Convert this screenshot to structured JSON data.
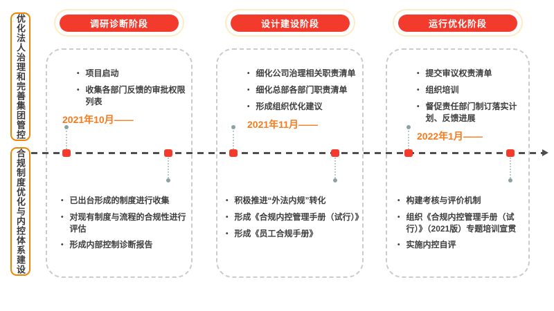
{
  "sidebar": {
    "groups": [
      {
        "label": "优化法人治理和完善集团管控"
      },
      {
        "label": "合规制度优化与内控体系建设"
      }
    ]
  },
  "phases": [
    {
      "title": "调研诊断阶段",
      "date": "2021年10月——",
      "top_items": [
        "项目启动",
        "收集各部门反馈的审批权限列表"
      ],
      "bottom_items": [
        "已出台形成的制度进行收集",
        "对现有制度与流程的合规性进行评估",
        "形成内部控制诊断报告"
      ]
    },
    {
      "title": "设计建设阶段",
      "date": "2021年11月——",
      "top_items": [
        "细化公司治理相关职责清单",
        "细化总部各部门职责清单",
        "形成组织优化建议"
      ],
      "bottom_items": [
        "积极推进“外法内规”转化",
        "形成《合规内控管理手册（试行）》",
        "形成《员工合规手册》"
      ]
    },
    {
      "title": "运行优化阶段",
      "date": "2022年1月——",
      "top_items": [
        "提交审议权责清单",
        "组织培训",
        "督促责任部门制订落实计划、反馈进展"
      ],
      "bottom_items": [
        "构建考核与评价机制",
        "组织《合规内控管理手册（试行）》（2021版）专题培训宣贯",
        "实施内控自评"
      ]
    }
  ],
  "colors": {
    "accent_red": "#f23b2c",
    "accent_orange": "#f57b1c",
    "pill_ring": "#fcecc4",
    "sidebar_border": "#f08300",
    "text_dark": "#3e3e3e",
    "timeline_gray": "#4d4d4d",
    "connector_dot": "#8aa2a2",
    "box_border": "#cbcbcb"
  }
}
